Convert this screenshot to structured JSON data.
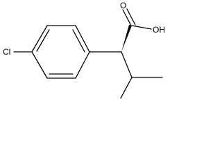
{
  "molecule": {
    "atoms": {
      "chlorine": "Cl",
      "carbonyl_oxygen": "O",
      "hydroxyl": "OH"
    },
    "stereo": {
      "alpha_carbon_bond": "wedge"
    },
    "colors": {
      "ink": "#000000",
      "background": "#ffffff"
    }
  }
}
